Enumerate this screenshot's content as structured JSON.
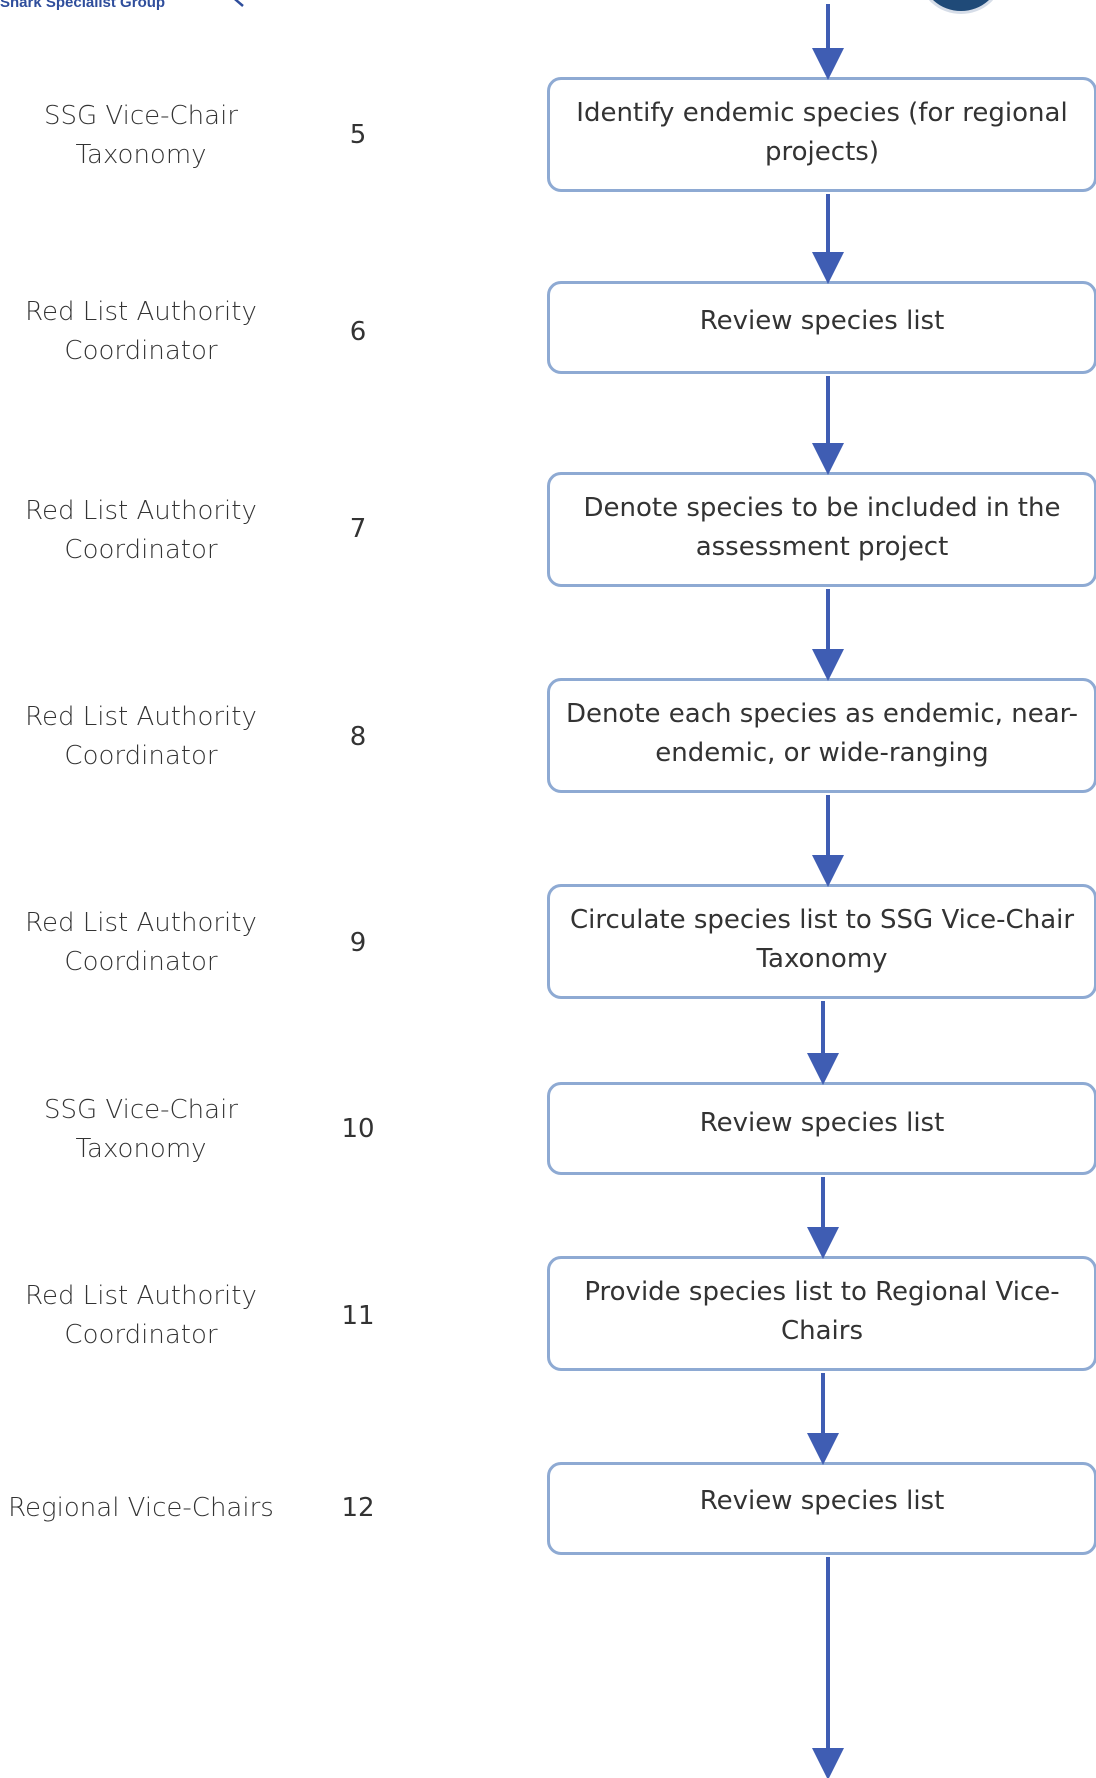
{
  "header": {
    "org_text": "Shark Specialist Group"
  },
  "steps": [
    {
      "role": "SSG Vice-Chair Taxonomy",
      "number": "5",
      "action": "Identify endemic species (for regional projects)"
    },
    {
      "role": "Red List Authority Coordinator",
      "number": "6",
      "action": "Review species list"
    },
    {
      "role": "Red List Authority Coordinator",
      "number": "7",
      "action": "Denote species to be included in the assessment project"
    },
    {
      "role": "Red List Authority Coordinator",
      "number": "8",
      "action": "Denote each species as endemic, near-endemic, or wide-ranging"
    },
    {
      "role": "Red List Authority Coordinator",
      "number": "9",
      "action": "Circulate species list to SSG Vice-Chair Taxonomy"
    },
    {
      "role": "SSG Vice-Chair Taxonomy",
      "number": "10",
      "action": "Review species list"
    },
    {
      "role": "Red List Authority Coordinator",
      "number": "11",
      "action": "Provide species list to Regional Vice-Chairs"
    },
    {
      "role": "Regional Vice-Chairs",
      "number": "12",
      "action": "Review species list"
    }
  ],
  "colors": {
    "arrow": "#3f5db3",
    "box_border": "#8eaad3",
    "header_text": "#2f4e9c",
    "logo": "#1f4a78"
  }
}
